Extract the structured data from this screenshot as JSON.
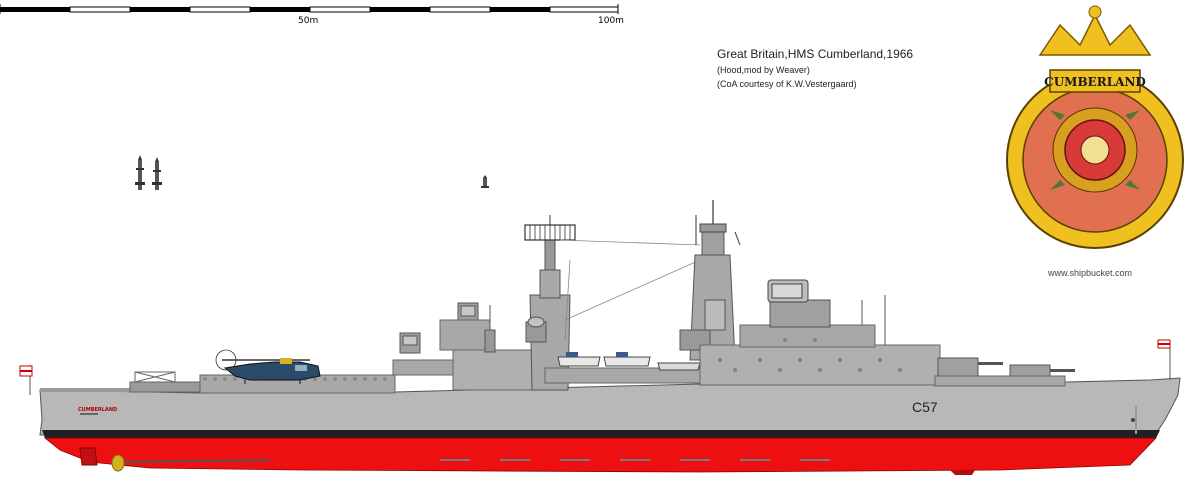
{
  "scale": {
    "label_mid": "50m",
    "label_end": "100m"
  },
  "caption": {
    "title": "Great Britain,HMS Cumberland,1966",
    "line1": "(Hood,mod by Weaver)",
    "line2": "(CoA courtesy of  K.W.Vestergaard)"
  },
  "watermark": "www.shipbucket.com",
  "ship": {
    "pennant": "C57",
    "hull_name": "CUMBERLAND",
    "colors": {
      "hull_grey": "#b8b8b8",
      "waterline_red": "#ee1010",
      "deck_dark": "#6f6f6f",
      "boot_black": "#202020"
    }
  },
  "crest": {
    "name": "CUMBERLAND",
    "colors": {
      "field": "#e07050",
      "rope": "#f0c020",
      "rose_red": "#d83a3a",
      "rose_centre": "#f2e090",
      "crown": "#f0c020"
    }
  }
}
